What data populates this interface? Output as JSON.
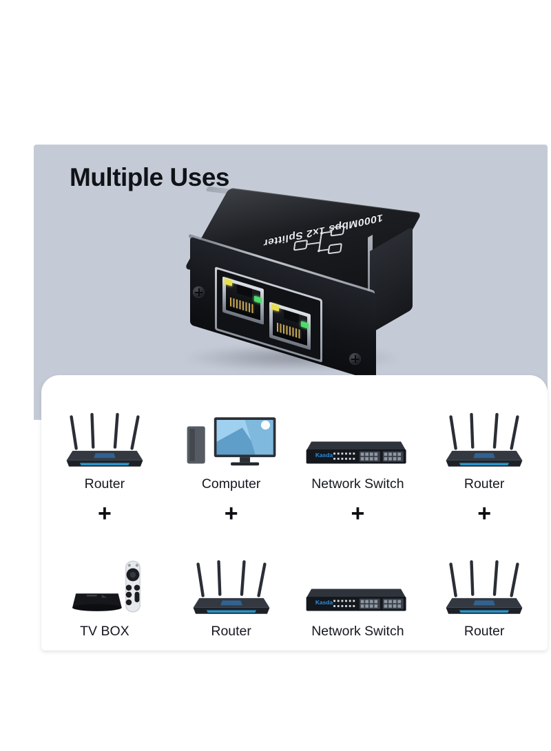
{
  "hero": {
    "title": "Multiple Uses",
    "background_color": "#c5cbd6"
  },
  "product": {
    "name": "1000Mbps 1x2 Splitter",
    "label_text": "1000Mbps 1x2 Splitter",
    "body_color": "#15171b",
    "topology_icon": "network-splitter-icon",
    "ports": [
      {
        "name": "rj45-port-1",
        "led_link": "yellow",
        "led_activity": "green"
      },
      {
        "name": "rj45-port-2",
        "led_link": "yellow",
        "led_activity": "green"
      }
    ],
    "led_colors": {
      "yellow": "#e8e04a",
      "green": "#4fdc6a"
    }
  },
  "uses": {
    "separator": "+",
    "pairs": [
      {
        "top": {
          "label": "Router",
          "icon": "wifi-router-icon"
        },
        "bottom": {
          "label": "TV BOX",
          "icon": "tv-box-icon"
        }
      },
      {
        "top": {
          "label": "Computer",
          "icon": "desktop-computer-icon"
        },
        "bottom": {
          "label": "Router",
          "icon": "wifi-router-icon"
        }
      },
      {
        "top": {
          "label": "Network Switch",
          "icon": "network-switch-icon"
        },
        "bottom": {
          "label": "Network Switch",
          "icon": "network-switch-icon"
        }
      },
      {
        "top": {
          "label": "Router",
          "icon": "wifi-router-icon"
        },
        "bottom": {
          "label": "Router",
          "icon": "wifi-router-icon"
        }
      }
    ]
  },
  "switch_brand": "Kasda"
}
